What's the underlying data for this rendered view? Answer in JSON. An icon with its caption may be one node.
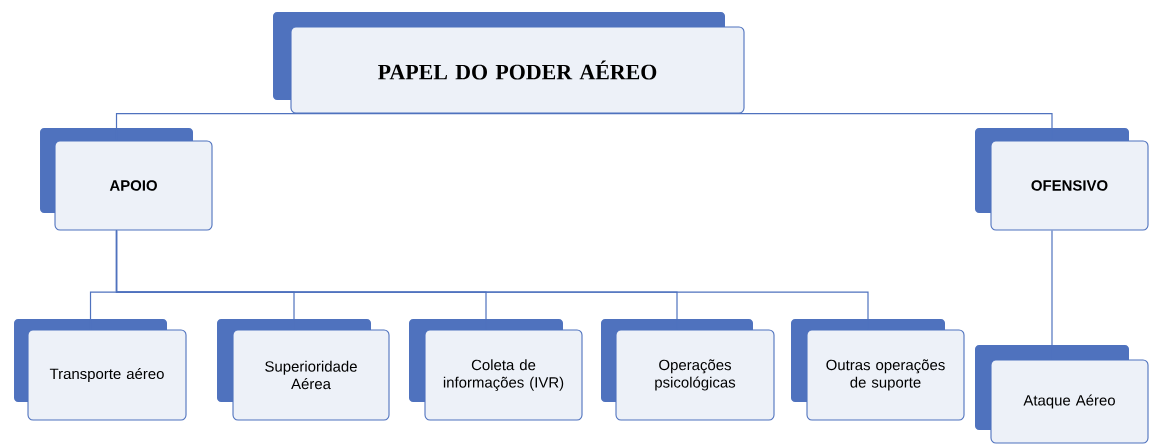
{
  "diagram": {
    "nodes": [
      {
        "text": [
          "PAPEL DO PODER AÉREO"
        ]
      },
      {
        "text": [
          "APOIO"
        ]
      },
      {
        "text": [
          "OFENSIVO"
        ]
      },
      {
        "text": [
          "Transporte aéreo"
        ]
      },
      {
        "text": [
          "Superioridade Aérea"
        ]
      },
      {
        "text": [
          "Coleta de informações (IVR)"
        ]
      },
      {
        "text": [
          "Operações psicológicas"
        ]
      },
      {
        "text": [
          "Outras operações de suporte"
        ]
      },
      {
        "text": [
          "Ataque Aéreo"
        ]
      }
    ],
    "edges": [
      {
        "from": 0,
        "to": 1,
        "arrow": "none"
      },
      {
        "from": 0,
        "to": 2,
        "arrow": "none"
      },
      {
        "from": 1,
        "to": 3,
        "arrow": "none"
      },
      {
        "from": 1,
        "to": 4,
        "arrow": "none"
      },
      {
        "from": 1,
        "to": 5,
        "arrow": "none"
      },
      {
        "from": 1,
        "to": 6,
        "arrow": "none"
      },
      {
        "from": 1,
        "to": 7,
        "arrow": "none"
      },
      {
        "from": 2,
        "to": 8,
        "arrow": "none"
      }
    ]
  }
}
